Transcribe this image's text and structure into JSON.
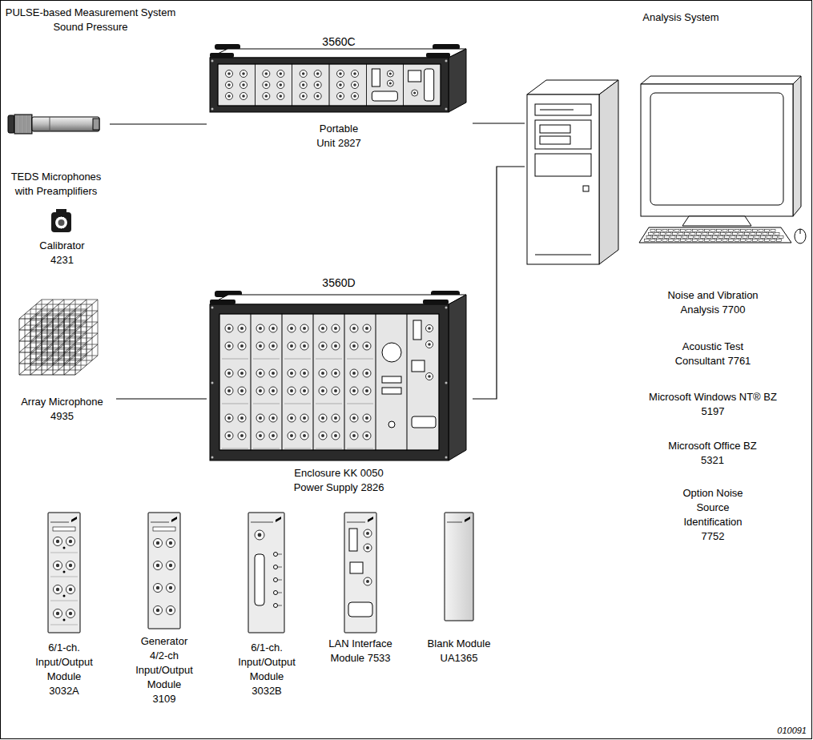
{
  "diagram": {
    "title": "PULSE-based Measurement System Sound Pressure",
    "nodes": [
      {
        "text": [
          "TEDS Microphones with Preamplifiers"
        ]
      },
      {
        "text": [
          "3560C",
          "Portable Unit 2827"
        ]
      },
      {
        "text": [
          "Calibrator 4231"
        ]
      },
      {
        "text": [
          "Array Microphone 4935"
        ]
      },
      {
        "text": [
          "3560D",
          "Enclosure KK 0050 Power Supply 2826"
        ]
      },
      {
        "text": [
          "Analysis System",
          "Noise and Vibration Analysis 7700",
          "Acoustic Test Consultant 7761",
          "Microsoft Windows NT® BZ 5197",
          "Microsoft Office BZ 5321",
          "Option Noise Source Identification 7752"
        ]
      },
      {
        "text": [
          "6/1-ch. Input/Output Module 3032A"
        ]
      },
      {
        "text": [
          "Generator 4/2-ch Input/Output Module 3109"
        ]
      },
      {
        "text": [
          "6/1-ch. Input/Output Module 3032B"
        ]
      },
      {
        "text": [
          "LAN Interface Module 7533"
        ]
      },
      {
        "text": [
          "Blank Module UA1365"
        ]
      }
    ],
    "edges": [
      {
        "from": 0,
        "to": 1,
        "arrow": "none"
      },
      {
        "from": 1,
        "to": 5,
        "arrow": "none"
      },
      {
        "from": 3,
        "to": 4,
        "arrow": "none"
      },
      {
        "from": 4,
        "to": 5,
        "arrow": "none"
      }
    ],
    "labels": [
      "010091"
    ]
  }
}
